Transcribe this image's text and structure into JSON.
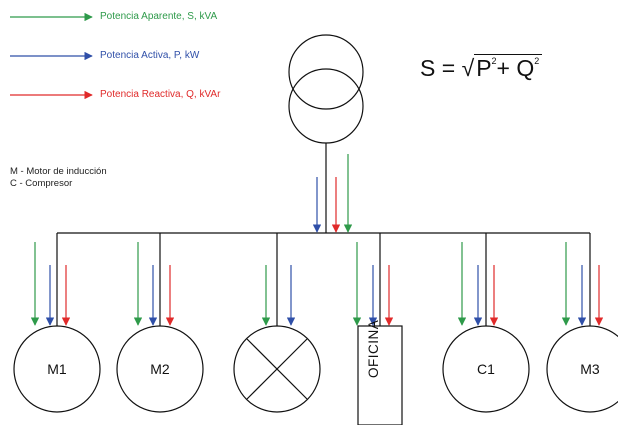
{
  "legend": [
    {
      "label": "Potencia Aparente, S, kVA",
      "color": "#2e9a4a"
    },
    {
      "label": "Potencia Activa, P, kW",
      "color": "#2f4fa8"
    },
    {
      "label": "Potencia Reactiva, Q, kVAr",
      "color": "#e02a2a"
    }
  ],
  "notes": {
    "line1": "M - Motor de inducción",
    "line2": "C - Compresor"
  },
  "formula": {
    "lhs": "S = ",
    "p": "P",
    "plus": "+ ",
    "q": "Q",
    "exp": "2"
  },
  "loads": [
    {
      "label": "M1",
      "type": "motor"
    },
    {
      "label": "M2",
      "type": "motor"
    },
    {
      "label": "",
      "type": "lamp"
    },
    {
      "label": "OFICINA",
      "type": "office"
    },
    {
      "label": "C1",
      "type": "compressor"
    },
    {
      "label": "M3",
      "type": "motor"
    }
  ]
}
